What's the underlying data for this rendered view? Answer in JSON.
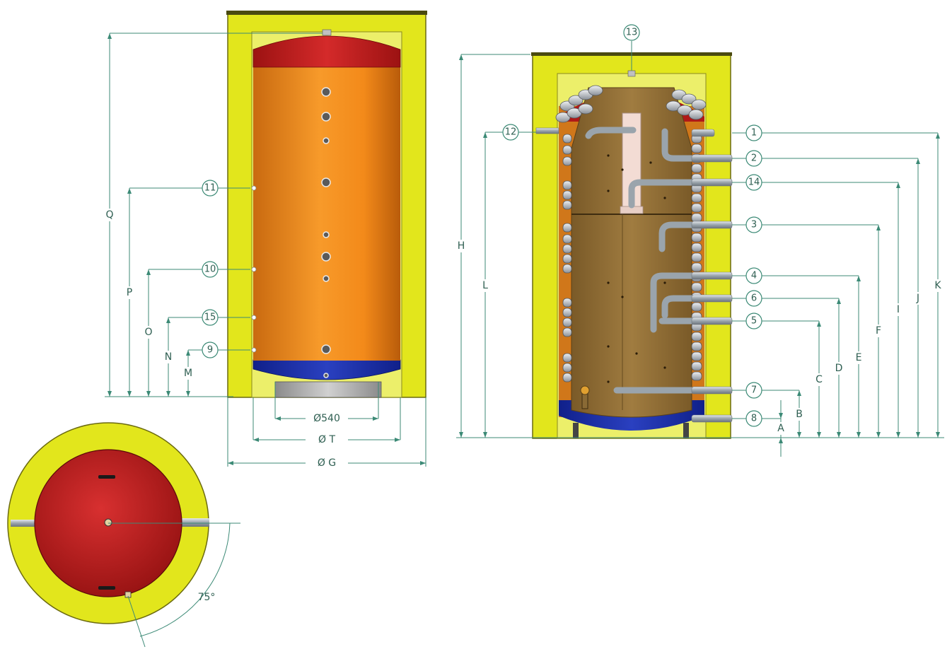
{
  "colors": {
    "insulation": "#e2e61c",
    "insulation_edge": "#6b6a10",
    "tank_orange": "#f08a1c",
    "tank_orange_dark": "#b95c0a",
    "cap_red": "#c61e1e",
    "bottom_blue": "#1a2fa8",
    "base_grey": "#a8a8a8",
    "section_brown": "#8a6a35",
    "section_brown_light": "#b08a4a",
    "coil_grey": "#b8bcc0",
    "pipe_grey": "#9aa4ac",
    "dim_green": "#3c8a76",
    "bg": "#ffffff"
  },
  "front_view": {
    "connections": [
      "11",
      "10",
      "15",
      "9"
    ],
    "height_labels": [
      "Q",
      "P",
      "O",
      "N",
      "M"
    ],
    "diameter_labels": [
      "Ø540",
      "Ø T",
      "Ø G"
    ]
  },
  "section_view": {
    "top_connection": "13",
    "left_connection": "12",
    "right_connections": [
      "1",
      "2",
      "14",
      "3",
      "4",
      "6",
      "5",
      "7",
      "8"
    ],
    "left_height_labels": [
      "H",
      "L"
    ],
    "right_height_labels": [
      "A",
      "B",
      "C",
      "D",
      "E",
      "F",
      "I",
      "J",
      "K"
    ]
  },
  "top_view": {
    "angle_label": "75°"
  }
}
